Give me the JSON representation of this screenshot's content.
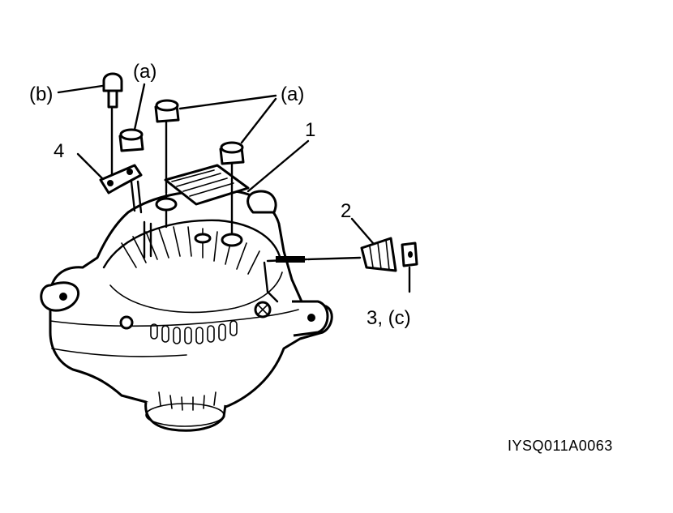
{
  "diagram": {
    "labels": {
      "b_bolt": "(b)",
      "a_top_left": "(a)",
      "a_top_right": "(a)",
      "item_1": "1",
      "item_2": "2",
      "item_3c": "3, (c)",
      "item_4": "4"
    },
    "figure_code": "IYSQ011A0063"
  }
}
